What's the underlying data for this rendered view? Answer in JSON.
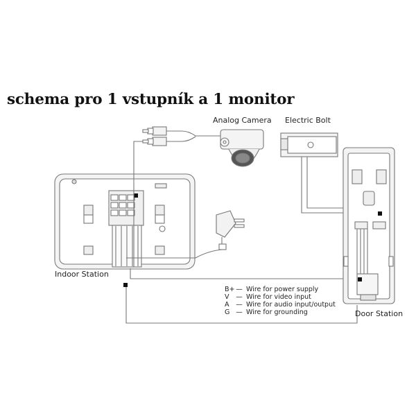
{
  "title": "schema pro 1 vstupník a 1 monitor",
  "labels": {
    "analog_camera": "Analog Camera",
    "electric_bolt": "Electric Bolt",
    "indoor_station": "Indoor Station",
    "door_station": "Door Station"
  },
  "legend": [
    {
      "code": "B+",
      "dash": "—",
      "text": "Wire for power supply"
    },
    {
      "code": "V",
      "dash": "—",
      "text": "Wire for video input"
    },
    {
      "code": "A",
      "dash": "—",
      "text": "Wire for audio input/output"
    },
    {
      "code": "G",
      "dash": "—",
      "text": "Wire for grounding"
    }
  ]
}
